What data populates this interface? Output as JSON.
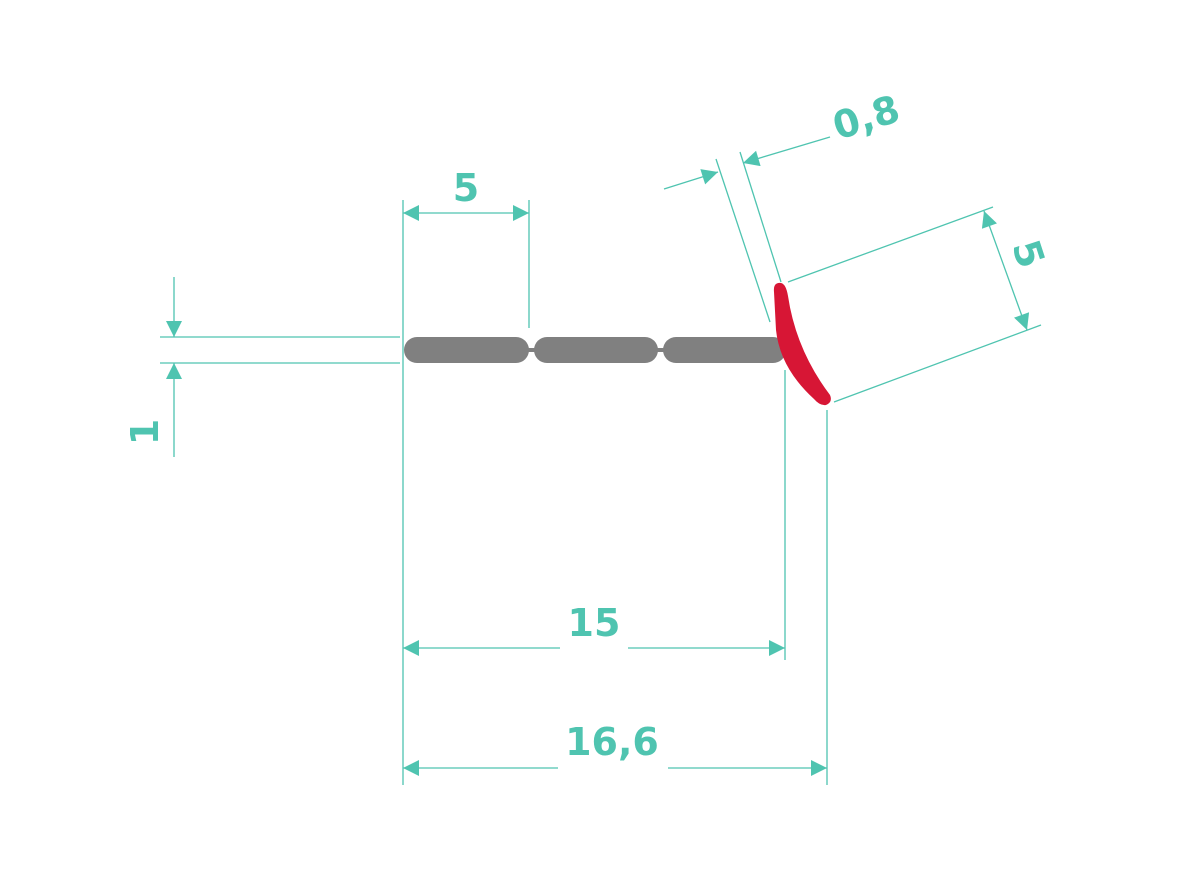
{
  "colors": {
    "dimension": "#4fc4b0",
    "profile": "#808080",
    "seal": "#d71635"
  },
  "dimensions": {
    "thickness": "1",
    "segment_width": "5",
    "inner_width": "15",
    "total_width": "16,6",
    "lip_thickness": "0,8",
    "lip_length": "5"
  }
}
